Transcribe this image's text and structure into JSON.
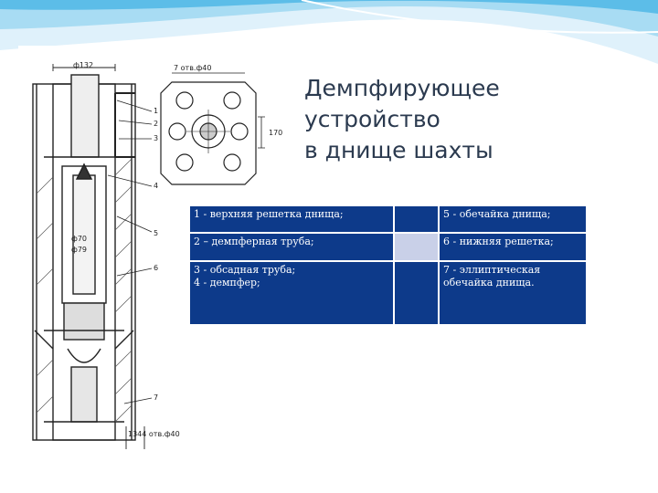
{
  "slide": {
    "title_line1": "Демпфирующее устройство",
    "title_line2": "в днище шахты"
  },
  "drawing": {
    "dim_diameter_top": "ф132",
    "dim_holes_top": "7 отв.ф40",
    "dim_height": "170",
    "dim_d70": "ф70",
    "dim_d79": "ф79",
    "dim_holes_bottom": "1344 отв.ф40",
    "callouts": [
      "1",
      "2",
      "3",
      "4",
      "5",
      "6",
      "7"
    ]
  },
  "legend": {
    "rows": [
      {
        "left": "1 - верхняя решетка днища;",
        "right": "5 - обечайка днища;"
      },
      {
        "left": "2 – демпферная труба;",
        "right": "6 - нижняя решетка;"
      },
      {
        "left_line1": "3 - обсадная труба;",
        "left_line2": "4 - демпфер;",
        "right_line1": "7 - эллиптическая",
        "right_line2": "обечайка днища."
      }
    ]
  },
  "colors": {
    "title": "#2b3a4f",
    "table_cell": "#0d3a8a",
    "table_cell_light": "#c9d0e8",
    "wave_light": "#dff1fb",
    "wave_mid": "#a8dcf3",
    "wave_dark": "#5cbde8"
  }
}
